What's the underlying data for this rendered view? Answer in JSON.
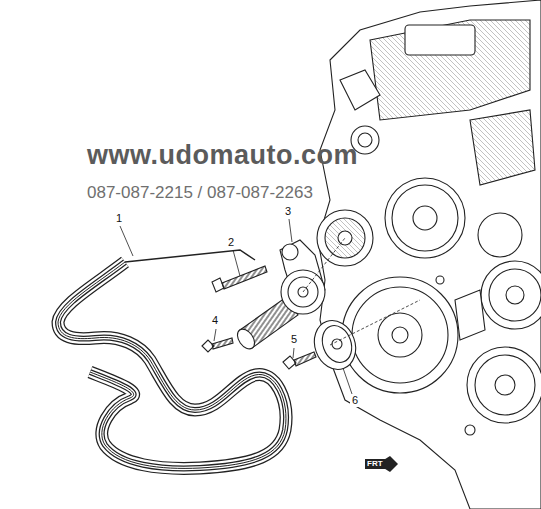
{
  "diagram": {
    "labels": [
      "www.udomauto.com",
      "087-087-2215 / 087-087-2263",
      "1",
      "2",
      "3",
      "4",
      "5",
      "6",
      "FRT"
    ]
  }
}
